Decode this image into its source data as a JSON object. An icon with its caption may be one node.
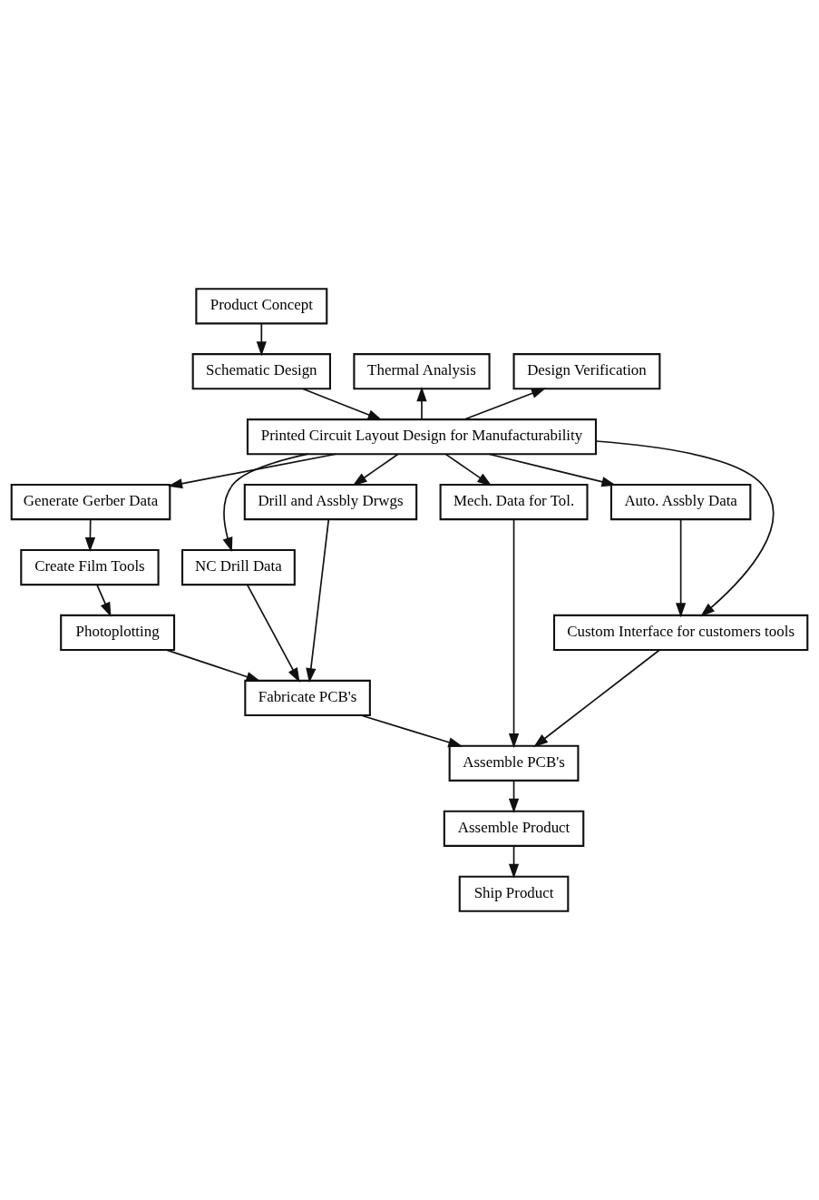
{
  "diagram": {
    "nodes": [
      {
        "text": [
          "Product Concept"
        ]
      },
      {
        "text": [
          "Thermal Analysis"
        ]
      },
      {
        "text": [
          "Schematic Design"
        ]
      },
      {
        "text": [
          "Design Verification"
        ]
      },
      {
        "text": [
          "Printed Circuit Layout Design for Manufacturability"
        ]
      },
      {
        "text": [
          "Generate Gerber Data"
        ]
      },
      {
        "text": [
          "Drill and Assbly Drwgs"
        ]
      },
      {
        "text": [
          "Mech. Data for Tol."
        ]
      },
      {
        "text": [
          "Auto. Assbly Data"
        ]
      },
      {
        "text": [
          "Create Film Tools"
        ]
      },
      {
        "text": [
          "NC Drill Data"
        ]
      },
      {
        "text": [
          "Custom Interface for customers tools"
        ]
      },
      {
        "text": [
          "Photoplotting"
        ]
      },
      {
        "text": [
          "Fabricate PCB's"
        ]
      },
      {
        "text": [
          "Assemble PCB's"
        ]
      },
      {
        "text": [
          "Assemble Product"
        ]
      },
      {
        "text": [
          "Ship Product"
        ]
      }
    ],
    "edges": [
      {
        "from": 0,
        "to": 2,
        "arrow": "to"
      },
      {
        "from": 2,
        "to": 4,
        "arrow": "to"
      },
      {
        "from": 4,
        "to": 1,
        "arrow": "to"
      },
      {
        "from": 4,
        "to": 3,
        "arrow": "to"
      },
      {
        "from": 4,
        "to": 5,
        "arrow": "to"
      },
      {
        "from": 4,
        "to": 6,
        "arrow": "to"
      },
      {
        "from": 4,
        "to": 10,
        "arrow": "to"
      },
      {
        "from": 4,
        "to": 7,
        "arrow": "to"
      },
      {
        "from": 4,
        "to": 11,
        "arrow": "to"
      },
      {
        "from": 4,
        "to": 8,
        "arrow": "to"
      },
      {
        "from": 5,
        "to": 9,
        "arrow": "to"
      },
      {
        "from": 6,
        "to": 13,
        "arrow": "to"
      },
      {
        "from": 7,
        "to": 14,
        "arrow": "to"
      },
      {
        "from": 8,
        "to": 11,
        "arrow": "to"
      },
      {
        "from": 9,
        "to": 12,
        "arrow": "to"
      },
      {
        "from": 10,
        "to": 13,
        "arrow": "to"
      },
      {
        "from": 12,
        "to": 13,
        "arrow": "to"
      },
      {
        "from": 11,
        "to": 14,
        "arrow": "to"
      },
      {
        "from": 13,
        "to": 14,
        "arrow": "to"
      },
      {
        "from": 14,
        "to": 15,
        "arrow": "to"
      },
      {
        "from": 15,
        "to": 16,
        "arrow": "to"
      }
    ]
  }
}
